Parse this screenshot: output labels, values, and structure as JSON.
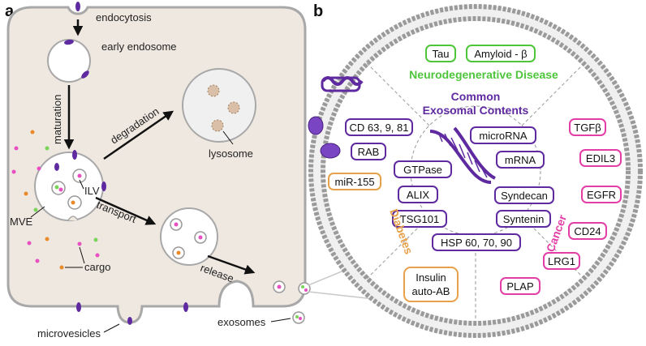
{
  "panel_a": {
    "letter": "a",
    "labels": {
      "endocytosis": "endocytosis",
      "early_endosome": "early endosome",
      "maturation": "maturation",
      "degradation": "degradation",
      "lysosome": "lysosome",
      "ilv": "ILV",
      "mve": "MVE",
      "transport": "transport",
      "cargo": "cargo",
      "release": "release",
      "microvesicles": "microvesicles",
      "exosomes": "exosomes"
    }
  },
  "panel_b": {
    "letter": "b",
    "neuro": {
      "title": "Neurodegenerative Disease",
      "items": [
        "Tau",
        "Amyloid - β"
      ]
    },
    "common": {
      "title_line1": "Common",
      "title_line2": "Exosomal Contents",
      "items": [
        "CD 63, 9, 81",
        "RAB",
        "microRNA",
        "mRNA",
        "GTPase",
        "Syndecan",
        "ALIX",
        "Syntenin",
        "TSG101",
        "HSP 60, 70, 90"
      ]
    },
    "diabetes": {
      "title": "Diabetes",
      "items": [
        "miR-155",
        "Insulin",
        "auto-AB"
      ]
    },
    "cancer": {
      "title": "Cancer",
      "items": [
        "TGFβ",
        "EDIL3",
        "EGFR",
        "CD24",
        "LRG1",
        "PLAP"
      ]
    }
  },
  "colors": {
    "cell_fill": "#efe8e0",
    "membrane_border": "#a3a3a3",
    "neuro": "#4ec53b",
    "common": "#5f2aa0",
    "diabetes": "#e7a14a",
    "cancer": "#e33ea6",
    "cargo_pink": "#e84fc0",
    "cargo_orange": "#e88a2a",
    "cargo_green": "#7bd35a",
    "protein": "#5f2aa0"
  }
}
